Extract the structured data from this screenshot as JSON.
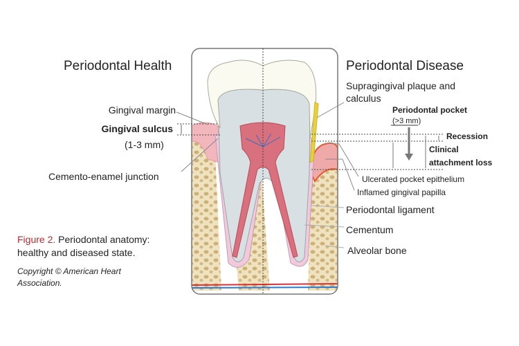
{
  "headings": {
    "health": "Periodontal Health",
    "disease": "Periodontal Disease"
  },
  "left_labels": {
    "gingival_margin": "Gingival margin",
    "gingival_sulcus": "Gingival sulcus",
    "sulcus_depth": "(1-3 mm)",
    "cej": "Cemento-enamel junction"
  },
  "right_labels": {
    "plaque_line1": "Supragingival plaque and",
    "plaque_line2": "calculus",
    "pocket": "Periodontal pocket",
    "pocket_depth": "(>3 mm)",
    "recession": "Recession",
    "cal_line1": "Clinical",
    "cal_line2": "attachment loss",
    "ulcerated": "Ulcerated pocket epithelium",
    "papilla": "Inflamed gingival papilla",
    "ligament": "Periodontal ligament",
    "cementum": "Cementum",
    "bone": "Alveolar bone"
  },
  "caption": {
    "figure_label": "Figure 2.",
    "line1": " Periodontal anatomy:",
    "line2": "healthy and diseased state.",
    "copyright_line1": "Copyright © American Heart",
    "copyright_line2": "Association."
  },
  "colors": {
    "figure_label": "#c0282d",
    "bone": "#efe3bf",
    "gum": "#f2b6bd",
    "pulp": "#d9707e",
    "plaque": "#e8d23a"
  }
}
